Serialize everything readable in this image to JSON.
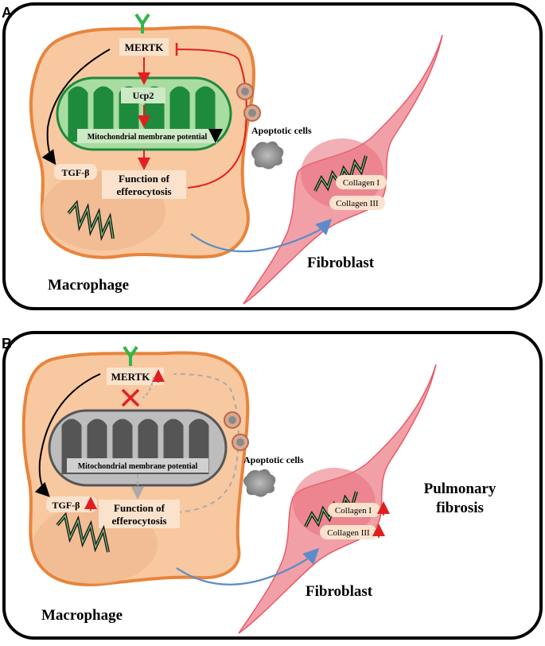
{
  "panelA": {
    "letter": "A",
    "mertk": "MERTK",
    "ucp2": "Ucp2",
    "mito_potential": "Mitochondrial membrane potential",
    "tgf": "TGF-β",
    "function_line1": "Function of",
    "function_line2": "efferocytosis",
    "apoptotic": "Apoptotic cells",
    "collagen1": "Collagen I",
    "collagen3": "Collagen III",
    "fibroblast": "Fibroblast",
    "macrophage": "Macrophage"
  },
  "panelB": {
    "letter": "B",
    "mertk": "MERTK",
    "mito_potential": "Mitochondrial membrane potential",
    "tgf": "TGF-β",
    "function_line1": "Function of",
    "function_line2": "efferocytosis",
    "apoptotic": "Apoptotic cells",
    "collagen1": "Collagen I",
    "collagen3": "Collagen III",
    "fibroblast": "Fibroblast",
    "macrophage": "Macrophage",
    "disease_line1": "Pulmonary",
    "disease_line2": "fibrosis"
  },
  "colors": {
    "macrophage_fill": "#f8c8a0",
    "macrophage_stroke": "#e8843c",
    "fibroblast_fill": "#f2a0a8",
    "fibroblast_stroke": "#e85a66",
    "mito_green_fill": "#a8dca0",
    "mito_green_dark": "#1e8a3c",
    "mito_gray_fill": "#bdbdbd",
    "mito_gray_dark": "#555555",
    "inhibit_red": "#e02020",
    "up_arrow_red": "#e83a3a",
    "blue_arrow": "#5b8cc8",
    "receptor_green": "#2db84a"
  }
}
